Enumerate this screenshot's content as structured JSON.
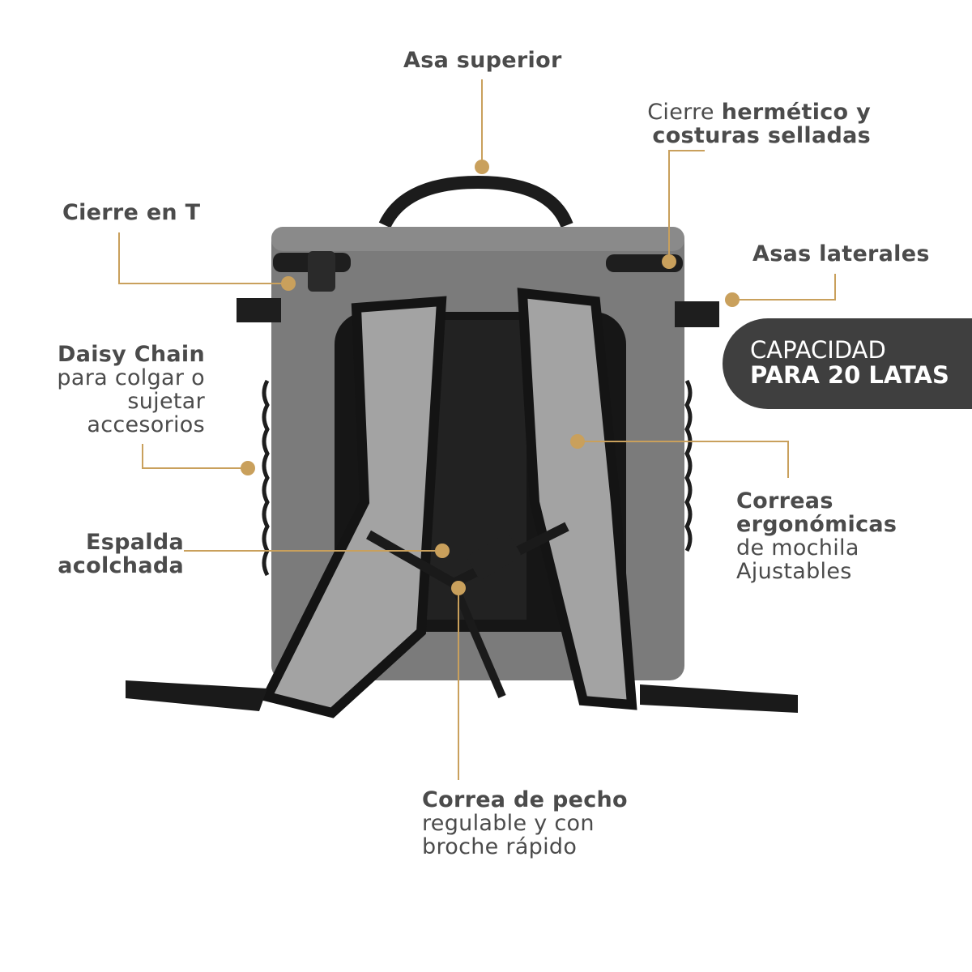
{
  "accent_color": "#c9a05c",
  "labels": {
    "top_handle": "Asa superior",
    "seal": {
      "regular": "Cierre ",
      "bold1": "hermético y",
      "bold2": "costuras selladas"
    },
    "t_closure": "Cierre en T",
    "side_handles": "Asas laterales",
    "daisy": {
      "title": "Daisy Chain",
      "lines": [
        "para colgar o",
        "sujetar",
        "accesorios"
      ]
    },
    "back": {
      "lines": [
        "Espalda",
        "acolchada"
      ]
    },
    "straps": {
      "bold": [
        "Correas",
        "ergonómicas"
      ],
      "lines": [
        "de mochila",
        "Ajustables"
      ]
    },
    "chest": {
      "title": "Correa de pecho",
      "lines": [
        "regulable y con",
        "broche rápido"
      ]
    }
  },
  "badge": {
    "line1": "CAPACIDAD",
    "line2": "PARA 20 LATAS"
  }
}
